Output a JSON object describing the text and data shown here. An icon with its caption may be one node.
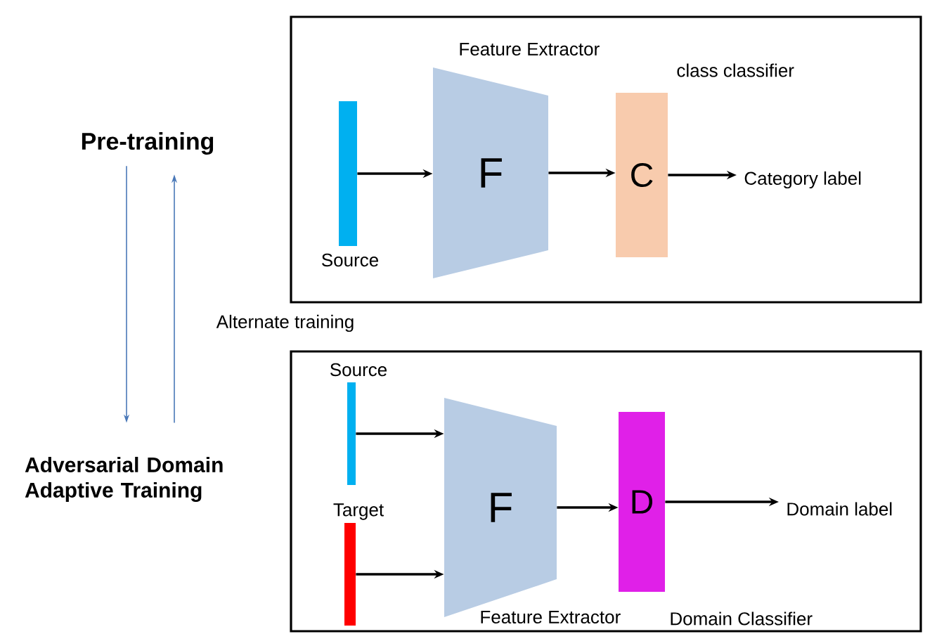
{
  "diagram": {
    "nodes": [
      {
        "text": [
          "Pre-training"
        ]
      },
      {
        "text": [
          "Adversarial Domain Adaptive Training"
        ]
      },
      {
        "text": [],
        "shape": "box"
      },
      {
        "text": [],
        "shape": "bar",
        "beside": [
          "Source"
        ],
        "in": 2
      },
      {
        "text": [
          "F"
        ],
        "beside": [
          "Feature Extractor"
        ],
        "in": 2
      },
      {
        "text": [
          "C"
        ],
        "beside": [
          "class classifier"
        ],
        "in": 2
      },
      {
        "text": [
          "Category label"
        ],
        "in": 2
      },
      {
        "text": [],
        "shape": "box"
      },
      {
        "text": [],
        "shape": "bar",
        "beside": [
          "Source"
        ],
        "in": 7
      },
      {
        "text": [],
        "shape": "bar",
        "beside": [
          "Target"
        ],
        "in": 7
      },
      {
        "text": [
          "F"
        ],
        "beside": [
          "Feature Extractor"
        ],
        "in": 7
      },
      {
        "text": [
          "D"
        ],
        "beside": [
          "Domain Classifier"
        ],
        "in": 7
      },
      {
        "text": [
          "Domain label"
        ],
        "in": 7
      }
    ],
    "edges": [
      {
        "from": 0,
        "to": 1,
        "arrow": "to",
        "color": "#4a78b8"
      },
      {
        "from": 1,
        "to": 0,
        "arrow": "to",
        "color": "#4a78b8"
      },
      {
        "from": 3,
        "to": 4,
        "arrow": "to"
      },
      {
        "from": 4,
        "to": 5,
        "arrow": "to"
      },
      {
        "from": 5,
        "to": 6,
        "arrow": "to"
      },
      {
        "from": 8,
        "to": 10,
        "arrow": "to"
      },
      {
        "from": 9,
        "to": 10,
        "arrow": "to"
      },
      {
        "from": 10,
        "to": 11,
        "arrow": "to"
      },
      {
        "from": 11,
        "to": 12,
        "arrow": "to"
      }
    ],
    "labels": [
      "Alternate training"
    ]
  }
}
